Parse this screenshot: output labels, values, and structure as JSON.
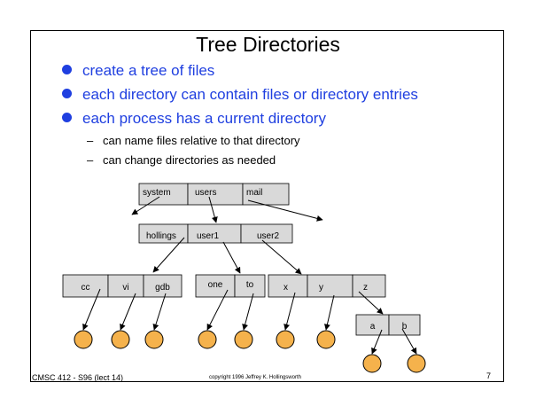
{
  "slide": {
    "title": "Tree Directories",
    "bullets": [
      "create a tree of files",
      "each directory can contain files or directory entries",
      "each process has a current directory"
    ],
    "sub_bullets": [
      "can name files relative to that directory",
      "can change directories as needed"
    ],
    "footer_left": "CMSC 412 - S96 (lect 14)",
    "footer_center": "copyright 1996 Jeffrey K. Hollingsworth",
    "page_number": "7"
  },
  "diagram": {
    "root": [
      "system",
      "users",
      "mail"
    ],
    "users": [
      "hollings",
      "user1",
      "user2"
    ],
    "hollings": [
      "cc",
      "vi",
      "gdb"
    ],
    "user1": [
      "one",
      "to"
    ],
    "user2": [
      "x",
      "y",
      "z"
    ],
    "z": [
      "a",
      "b"
    ]
  },
  "colors": {
    "bullet_blue": "#1f3fe0",
    "cell_fill": "#d9d9d9",
    "file_node": "#f5b24c"
  }
}
